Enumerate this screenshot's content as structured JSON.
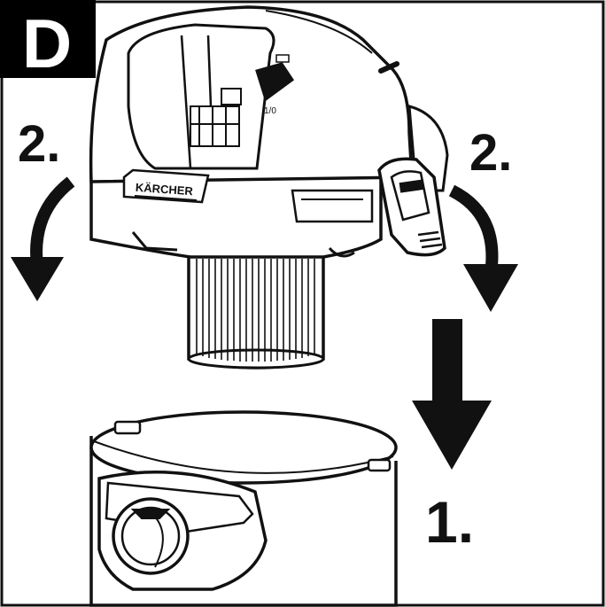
{
  "panel_label": "D",
  "step_labels": {
    "left": "2.",
    "right": "2.",
    "bottom": "1."
  },
  "brand_text": "KÄRCHER",
  "colors": {
    "ink": "#111111",
    "paper": "#ffffff",
    "panel_bg": "#000000"
  }
}
